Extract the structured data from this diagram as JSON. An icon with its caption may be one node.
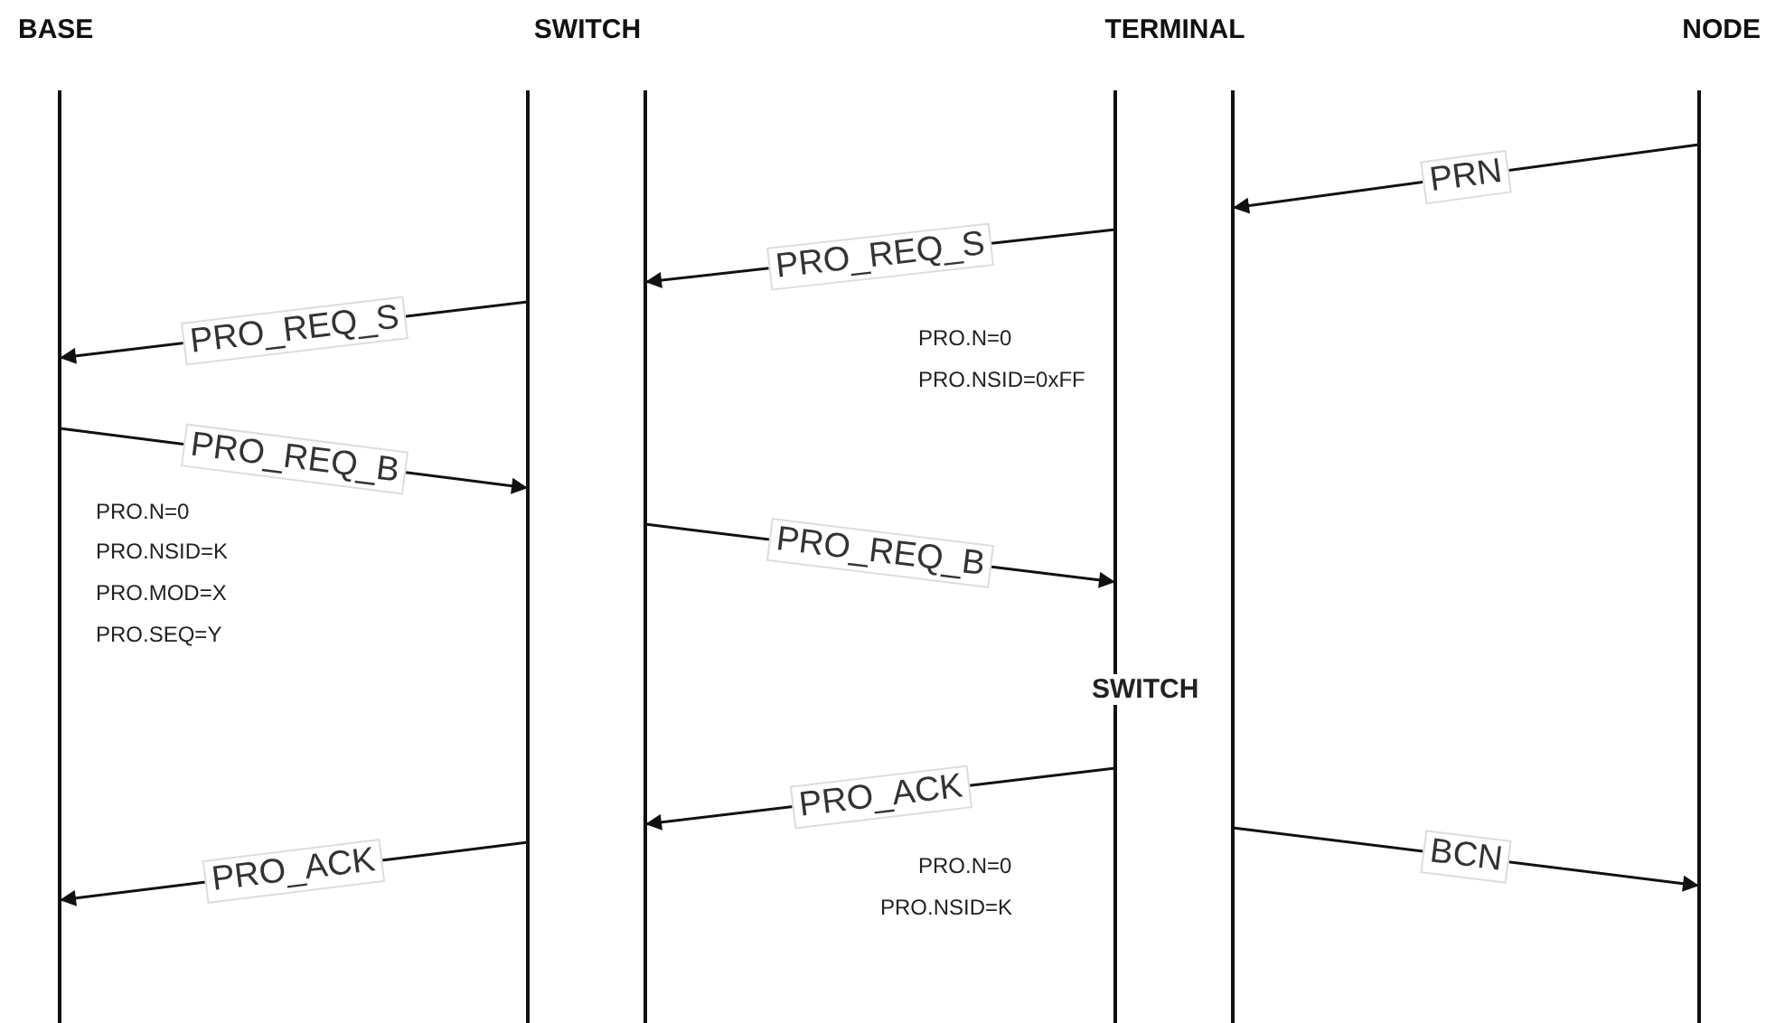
{
  "diagram": {
    "nodes": [
      {
        "text": [
          "BASE"
        ]
      },
      {
        "text": [
          "SWITCH"
        ]
      },
      {
        "text": [
          "TERMINAL"
        ]
      },
      {
        "text": [
          "NODE"
        ]
      }
    ],
    "edges": [
      {
        "from": 3,
        "to": 2,
        "arrow": "to",
        "label": "PRN"
      },
      {
        "from": 2,
        "to": 1,
        "arrow": "to",
        "label": "PRO_REQ_S"
      },
      {
        "from": 1,
        "to": 0,
        "arrow": "to",
        "label": "PRO_REQ_S"
      },
      {
        "from": 0,
        "to": 1,
        "arrow": "to",
        "label": "PRO_REQ_B"
      },
      {
        "from": 1,
        "to": 2,
        "arrow": "to",
        "label": "PRO_REQ_B"
      },
      {
        "from": 2,
        "to": 1,
        "arrow": "to",
        "label": "PRO_ACK"
      },
      {
        "from": 1,
        "to": 0,
        "arrow": "to",
        "label": "PRO_ACK"
      },
      {
        "from": 2,
        "to": 3,
        "arrow": "to",
        "label": "BCN"
      }
    ],
    "labels": [
      "PRO.N=0",
      "PRO.NSID=0xFF",
      "PRO.N=0",
      "PRO.NSID=K",
      "PRO.MOD=X",
      "PRO.SEQ=Y",
      "SWITCH",
      "PRO.N=0",
      "PRO.NSID=K"
    ]
  }
}
